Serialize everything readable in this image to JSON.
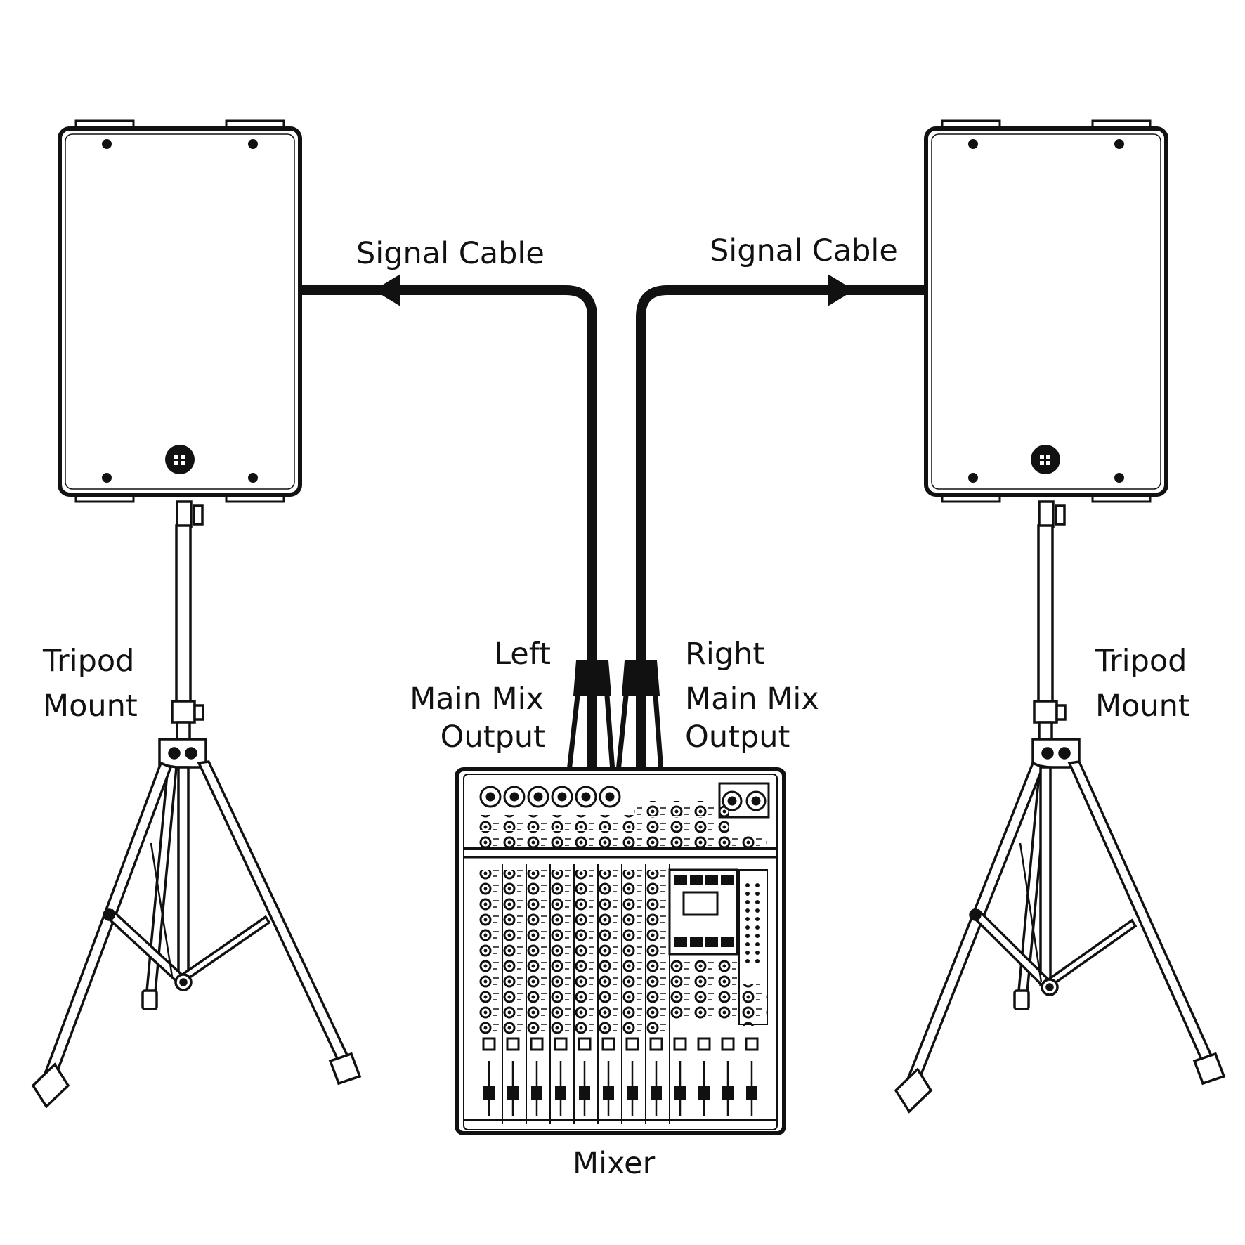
{
  "labels": {
    "signal_cable_left": "Signal Cable",
    "signal_cable_right": "Signal Cable",
    "tripod_left_line1": "Tripod",
    "tripod_left_line2": "Mount",
    "tripod_right_line1": "Tripod",
    "tripod_right_line2": "Mount",
    "left_output_line1": "Left",
    "left_output_line2": "Main Mix",
    "left_output_line3": "Output",
    "right_output_line1": "Right",
    "right_output_line2": "Main Mix",
    "right_output_line3": "Output",
    "mixer": "Mixer"
  },
  "colors": {
    "stroke": "#111111",
    "background": "#ffffff",
    "fill": "#ffffff"
  }
}
